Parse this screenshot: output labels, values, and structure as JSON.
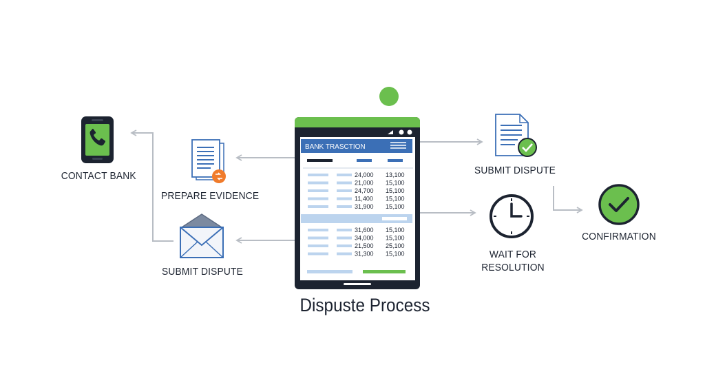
{
  "title": "Dispuste Process",
  "colors": {
    "green": "#6bbf4e",
    "blue": "#3b6fb6",
    "light_blue": "#bcd4ee",
    "dark": "#1c2330",
    "orange": "#f07b2b",
    "arrow": "#b8bdc4"
  },
  "steps": {
    "contact_bank": "CONTACT BANK",
    "prepare_evidence": "PREPARE EVIDENCE",
    "submit_dispute_left": "SUBMIT DISPUTE",
    "submit_dispute_right": "SUBMIT DISPUTE",
    "wait_line1": "WAIT FOR",
    "wait_line2": "RESOLUTION",
    "confirmation": "CONFIRMATION"
  },
  "tablet": {
    "header": "BANK TRASCTION",
    "rows_top": [
      {
        "a": "24,000",
        "b": "13,100"
      },
      {
        "a": "21,000",
        "b": "15,100"
      },
      {
        "a": "24,700",
        "b": "15,100"
      },
      {
        "a": "11,400",
        "b": "15,100"
      },
      {
        "a": "31,900",
        "b": "15,100"
      }
    ],
    "rows_bottom": [
      {
        "a": "31,600",
        "b": "15,100"
      },
      {
        "a": "34,000",
        "b": "15,100"
      },
      {
        "a": "21,500",
        "b": "25,100"
      },
      {
        "a": "31,300",
        "b": "15,100"
      }
    ]
  },
  "icons": [
    "phone-icon",
    "document-icon",
    "envelope-icon",
    "document-check-icon",
    "clock-icon",
    "check-circle-icon"
  ]
}
